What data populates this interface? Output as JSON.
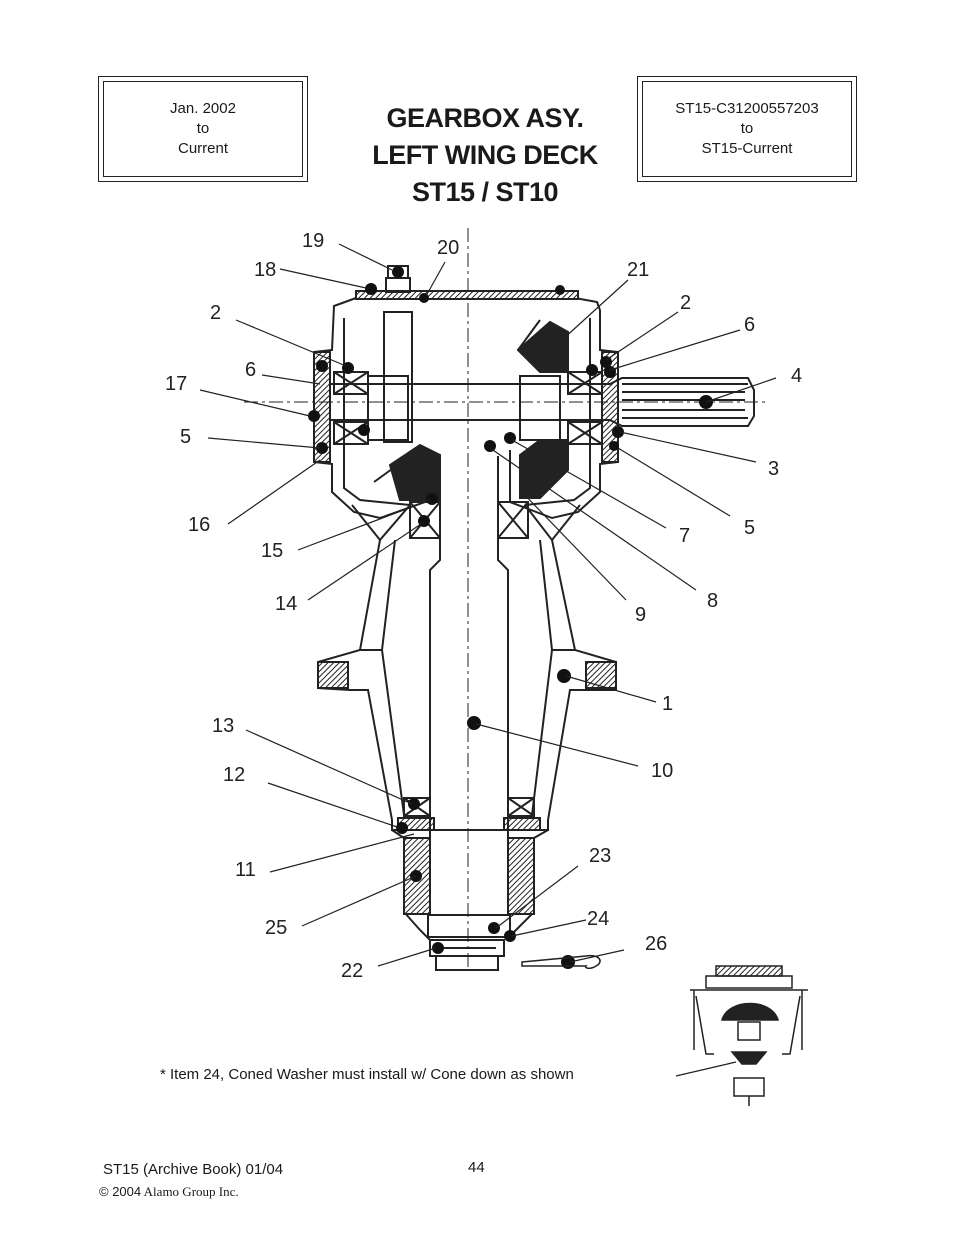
{
  "header": {
    "left_box": [
      "Jan. 2002",
      "to",
      "Current"
    ],
    "title_lines": [
      "GEARBOX ASY.",
      "LEFT WING DECK",
      "ST15 / ST10"
    ],
    "right_box": [
      "ST15-C31200557203",
      "to",
      "ST15-Current"
    ]
  },
  "diagram": {
    "callouts": [
      "19",
      "18",
      "20",
      "21",
      "2",
      "2",
      "6",
      "6",
      "17",
      "4",
      "5",
      "3",
      "16",
      "5",
      "7",
      "15",
      "8",
      "14",
      "9",
      "1",
      "13",
      "10",
      "12",
      "11",
      "23",
      "25",
      "24",
      "26",
      "22"
    ]
  },
  "note": "* Item 24, Coned Washer must install w/ Cone down as shown",
  "footer": {
    "left": "ST15  (Archive Book) 01/04",
    "page_number": "44",
    "copyright_symbol": "© 2004",
    "copyright_holder": "Alamo Group Inc."
  }
}
